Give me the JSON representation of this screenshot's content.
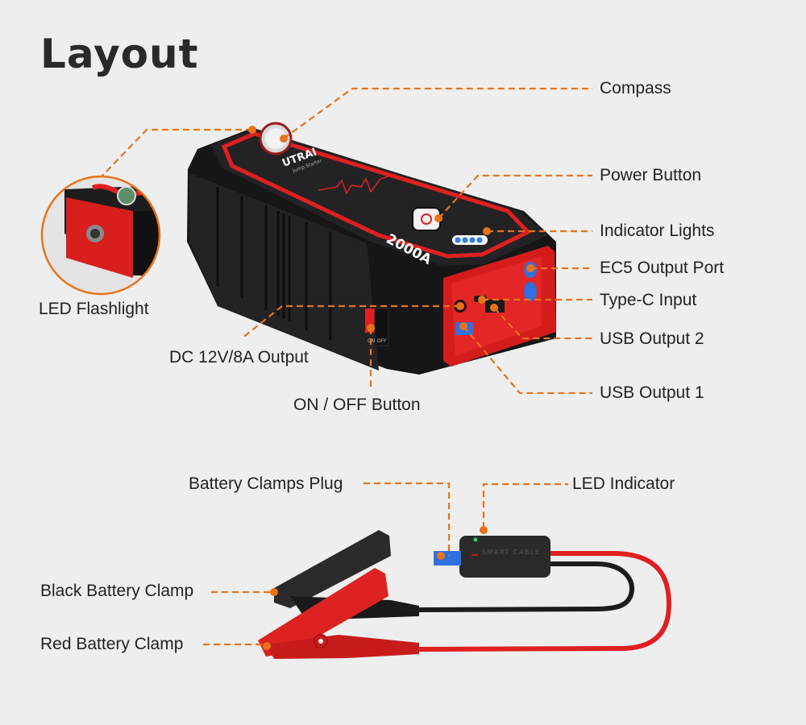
{
  "title": "Layout",
  "colors": {
    "background": "#eeeeee",
    "leader_line": "#e8731a",
    "device_body": "#1c1c1e",
    "device_accent": "#e02020",
    "usb_blue": "#2f6fe0",
    "indicator_blue": "#2f7fe6"
  },
  "device": {
    "brand": "UTRAI",
    "subtitle": "Jump Starter",
    "rating": "2000A",
    "switch_on": "ON",
    "switch_off": "OFF"
  },
  "cable": {
    "box_label": "SMART CABLE"
  },
  "callouts": {
    "compass": "Compass",
    "power_button": "Power Button",
    "indicator_lights": "Indicator Lights",
    "ec5_output_port": "EC5 Output Port",
    "type_c_input": "Type-C Input",
    "usb_output_2": "USB Output 2",
    "usb_output_1": "USB Output 1",
    "led_flashlight": "LED Flashlight",
    "dc_output": "DC 12V/8A Output",
    "on_off_button": "ON / OFF Button",
    "battery_clamps_plug": "Battery Clamps Plug",
    "led_indicator": "LED Indicator",
    "black_battery_clamp": "Black Battery Clamp",
    "red_battery_clamp": "Red Battery Clamp"
  }
}
